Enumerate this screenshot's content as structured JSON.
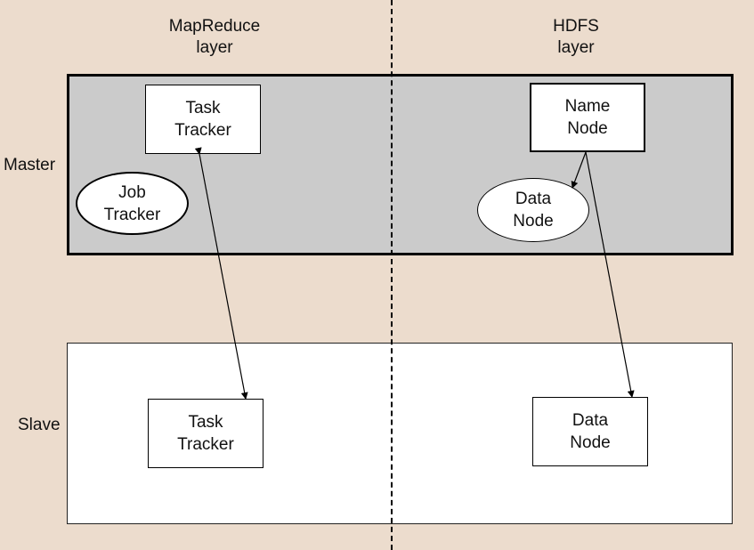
{
  "labels": {
    "mapreduce_layer": "MapReduce\nlayer",
    "hdfs_layer": "HDFS\nlayer",
    "master": "Master",
    "slave": "Slave"
  },
  "nodes": {
    "master_task_tracker": "Task\nTracker",
    "job_tracker": "Job\nTracker",
    "name_node": "Name\nNode",
    "master_data_node": "Data\nNode",
    "slave_task_tracker": "Task\nTracker",
    "slave_data_node": "Data\nNode"
  },
  "colors": {
    "background": "#ecdccd",
    "master_panel": "#cbcbcb",
    "slave_panel": "#ffffff",
    "line": "#000000"
  }
}
